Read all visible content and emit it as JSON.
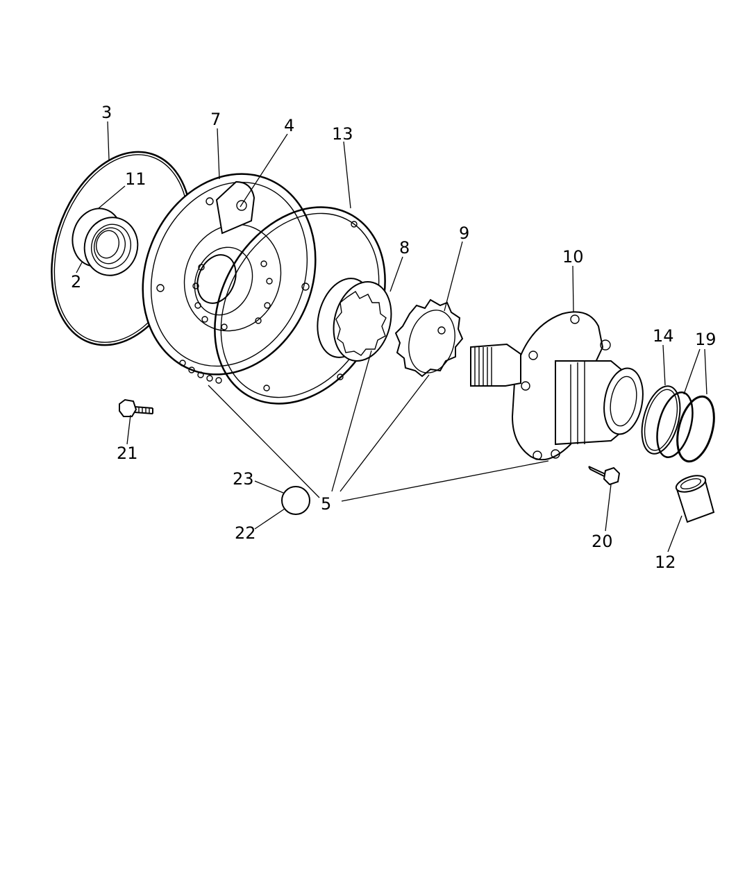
{
  "callouts": {
    "c2": "2",
    "c3": "3",
    "c4": "4",
    "c5": "5",
    "c7": "7",
    "c8": "8",
    "c9": "9",
    "c10": "10",
    "c11": "11",
    "c12": "12",
    "c13": "13",
    "c14": "14",
    "c19": "19",
    "c20": "20",
    "c21": "21",
    "c22": "22",
    "c23": "23"
  }
}
